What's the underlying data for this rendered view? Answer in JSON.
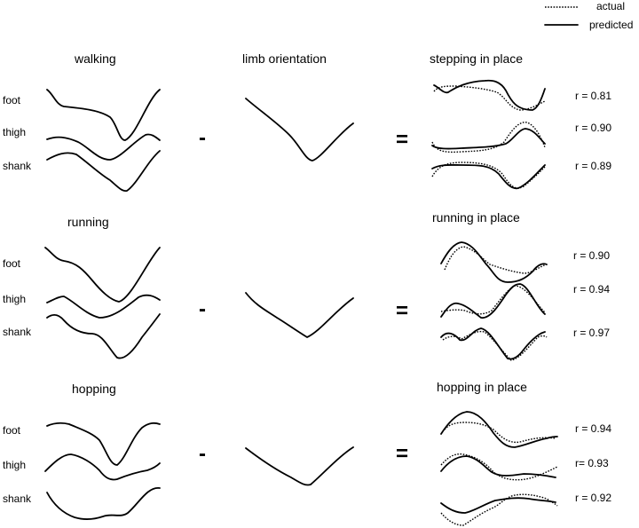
{
  "legend": {
    "actual": "actual",
    "predicted": "predicted"
  },
  "operators": {
    "minus": "-",
    "equals": "="
  },
  "segments": {
    "foot": "foot",
    "thigh": "thigh",
    "shank": "shank"
  },
  "center_title": "limb orientation",
  "rows": [
    {
      "left_title": "walking",
      "right_title": "stepping in place",
      "r_values": [
        "r = 0.81",
        "r = 0.90",
        "r = 0.89"
      ]
    },
    {
      "left_title": "running",
      "right_title": "running in place",
      "r_values": [
        "r = 0.90",
        "r = 0.94",
        "r = 0.97"
      ]
    },
    {
      "left_title": "hopping",
      "right_title": "hopping in place",
      "r_values": [
        "r = 0.94",
        "r= 0.93",
        "r = 0.92"
      ]
    }
  ]
}
